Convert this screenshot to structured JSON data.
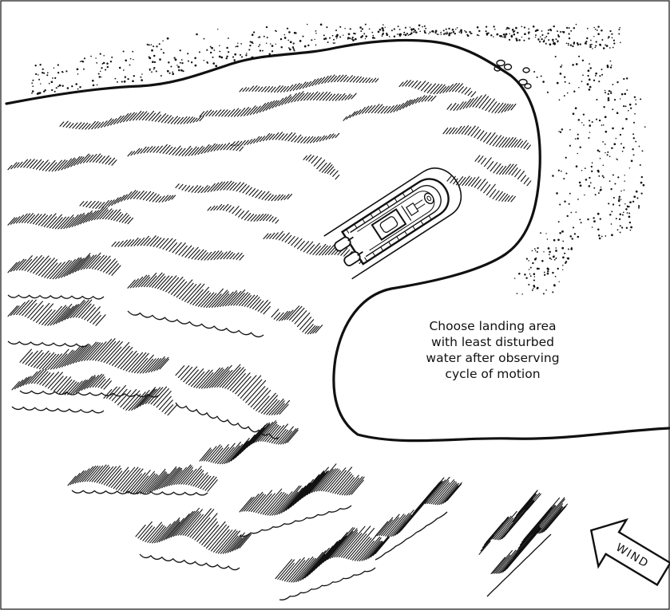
{
  "caption": {
    "line1": "Choose landing area",
    "line2": "with least disturbed",
    "line3": "water after observing",
    "line4": "cycle of motion"
  },
  "wind_label": "WIND",
  "colors": {
    "ink": "#111111",
    "paper": "#ffffff"
  }
}
